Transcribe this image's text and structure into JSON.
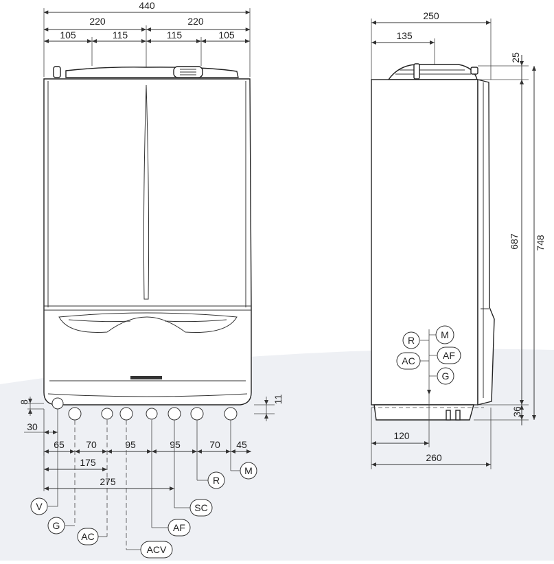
{
  "colors": {
    "line": "#222222",
    "background": "#ffffff",
    "floor_shade": "#eef0f4"
  },
  "front": {
    "top": {
      "total": "440",
      "half_left": "220",
      "half_right": "220",
      "seg1": "105",
      "seg2": "115",
      "seg3": "115",
      "seg4": "105"
    },
    "left": {
      "eight": "8",
      "thirty": "30"
    },
    "right": {
      "eleven": "11"
    },
    "bottom": {
      "d1": "65",
      "d2": "70",
      "d3": "95",
      "d4": "95",
      "d5": "70",
      "d6": "45",
      "l175": "175",
      "l275": "275"
    },
    "connections": {
      "V": "V",
      "G": "G",
      "AC": "AC",
      "ACV": "ACV",
      "AF": "AF",
      "SC": "SC",
      "R": "R",
      "M": "M"
    }
  },
  "side": {
    "top": {
      "width": "250",
      "offset": "135"
    },
    "right": {
      "d25": "25",
      "d687": "687",
      "d748": "748",
      "d36": "36"
    },
    "bottom": {
      "d120": "120",
      "d260": "260"
    },
    "connections": {
      "R": "R",
      "M": "M",
      "AC": "AC",
      "AF": "AF",
      "G": "G"
    }
  }
}
